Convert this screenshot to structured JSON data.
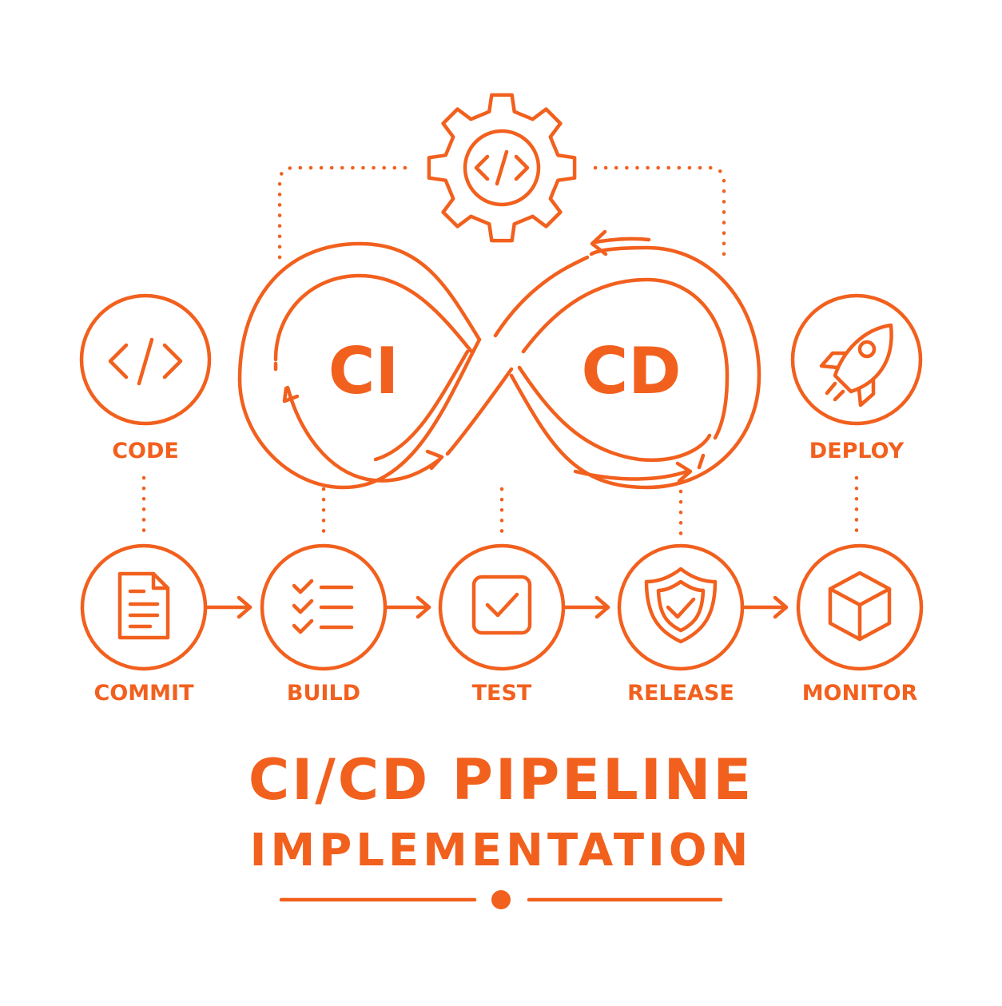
{
  "accent_color": "#f2601e",
  "loop": {
    "left": "CI",
    "right": "CD"
  },
  "top_icon": "gear-code-icon",
  "top_nodes": [
    {
      "label": "CODE",
      "icon": "code-icon"
    },
    {
      "label": "DEPLOY",
      "icon": "rocket-icon"
    }
  ],
  "pipeline": [
    {
      "label": "COMMIT",
      "icon": "document-icon"
    },
    {
      "label": "BUILD",
      "icon": "checklist-icon"
    },
    {
      "label": "TEST",
      "icon": "checkbox-icon"
    },
    {
      "label": "RELEASE",
      "icon": "shield-check-icon"
    },
    {
      "label": "MONITOR",
      "icon": "cube-icon"
    }
  ],
  "title": {
    "line1": "CI/CD PIPELINE",
    "line2": "IMPLEMENTATION"
  }
}
